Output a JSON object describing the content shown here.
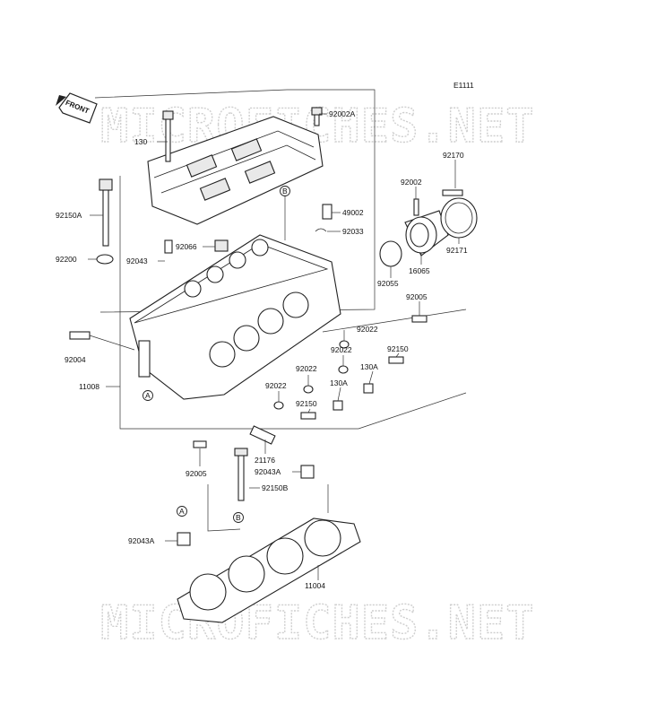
{
  "diagram": {
    "code": "E1111",
    "front_label": "FRONT",
    "watermark": "MICROFICHES.NET",
    "ref_markers": [
      "A",
      "B"
    ],
    "part_labels": [
      "92002A",
      "130",
      "92150A",
      "92200",
      "92004",
      "11008",
      "92066",
      "92043",
      "49002",
      "92033",
      "92170",
      "92002",
      "92171",
      "16065",
      "92055",
      "92005",
      "92022",
      "92022",
      "92022",
      "92022",
      "92150",
      "130A",
      "130A",
      "92150",
      "21176",
      "92005",
      "92043A",
      "92150B",
      "92043A",
      "11004"
    ]
  }
}
